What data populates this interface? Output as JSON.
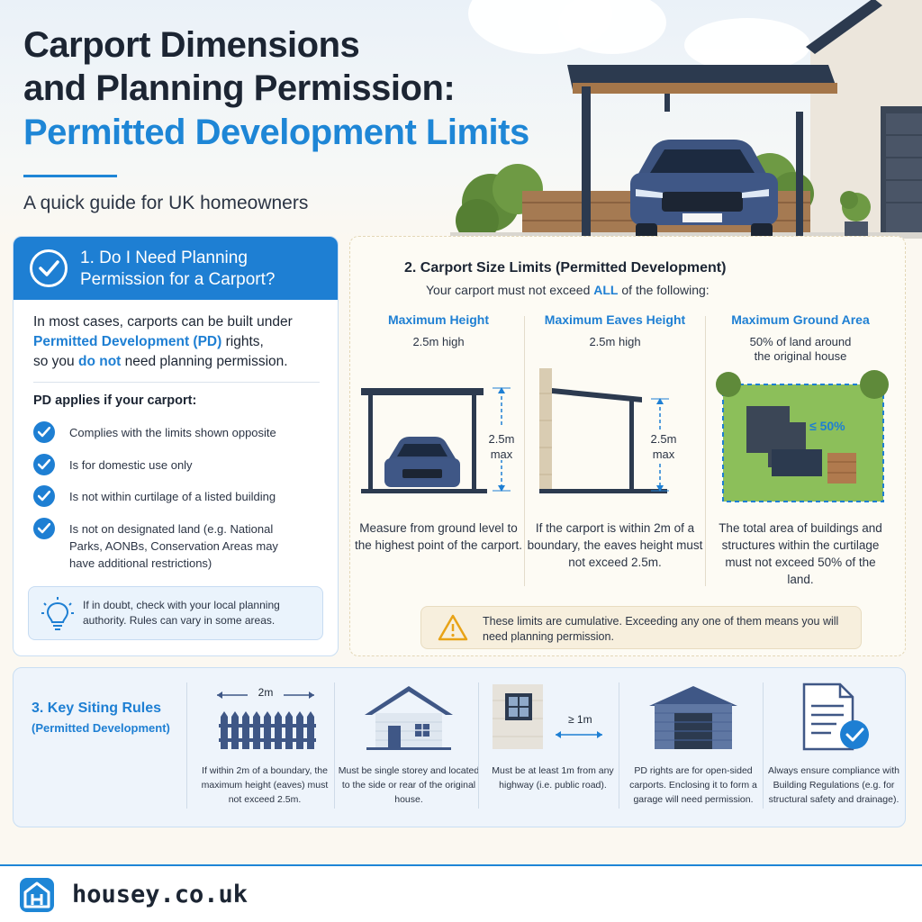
{
  "header": {
    "title_line1": "Carport Dimensions",
    "title_line2": "and Planning Permission:",
    "title_line3": "Permitted Development Limits",
    "subtitle": "A quick guide for UK homeowners"
  },
  "section1": {
    "title": "1. Do I Need Planning Permission for a Carport?",
    "intro_part1": "In most cases, carports can be built under",
    "intro_highlight": "Permitted Development (PD)",
    "intro_part2": " rights,",
    "intro_part3": "so you ",
    "intro_emphasis": "do not",
    "intro_part4": " need planning permission.",
    "conditions_heading": "PD applies if your carport:",
    "conditions": [
      "Complies with the limits shown opposite",
      "Is for domestic use only",
      "Is not within curtilage of a listed building",
      "Is not on designated land (e.g. National Parks, AONBs, Conservation Areas may have additional restrictions)"
    ],
    "tip": "If in doubt, check with your local planning authority. Rules can vary in some areas."
  },
  "section2": {
    "title": "2.  Carport Size Limits (Permitted Development)",
    "subtitle_part1": "Your carport must not exceed ",
    "subtitle_highlight": "ALL",
    "subtitle_part2": " of the following:",
    "limits": [
      {
        "heading": "Maximum Height",
        "value": "2.5m high",
        "dimension_top": "2.5m",
        "dimension_bottom": "max",
        "description": "Measure from ground level to the highest point of the carport."
      },
      {
        "heading": "Maximum Eaves Height",
        "value": "2.5m high",
        "dimension_top": "2.5m",
        "dimension_bottom": "max",
        "description": "If the carport is within 2m of a boundary, the eaves height must not exceed 2.5m."
      },
      {
        "heading": "Maximum Ground Area",
        "value_line1": "50% of land around",
        "value_line2": "the original house",
        "area_label": "≤ 50%",
        "description": "The total area of buildings and structures within the curtilage must not exceed 50% of the land."
      }
    ],
    "warning": "These limits are cumulative. Exceeding any one of them means you will need planning permission."
  },
  "section3": {
    "title": "3. Key Siting Rules",
    "subtitle": "(Permitted Development)",
    "rules": [
      {
        "icon": "fence-icon",
        "label": "2m",
        "caption": "If within 2m of a boundary, the maximum height (eaves) must not exceed 2.5m."
      },
      {
        "icon": "house-icon",
        "caption": "Must be single storey and located to the side or rear of the original house."
      },
      {
        "icon": "window-icon",
        "label": "≥ 1m",
        "caption": "Must be at least 1m from any highway (i.e. public road)."
      },
      {
        "icon": "garage-icon",
        "caption": "PD rights are for open-sided carports. Enclosing it to form a garage will need permission."
      },
      {
        "icon": "document-check-icon",
        "caption": "Always ensure compliance with Building Regulations (e.g. for structural safety and drainage)."
      }
    ]
  },
  "footer": {
    "brand": "housey.co.uk"
  },
  "colors": {
    "accent": "#1e86d6",
    "dark": "#1c2533",
    "panel_blue": "#1e7fd3",
    "warning": "#e8a317"
  }
}
